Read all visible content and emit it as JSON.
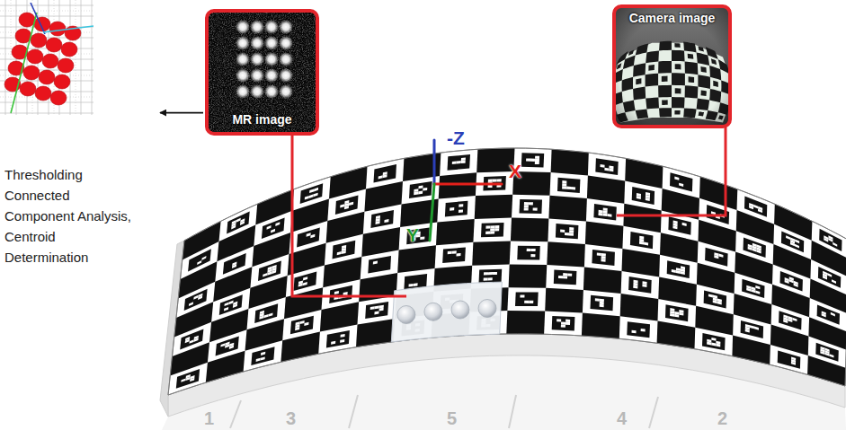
{
  "diagram": {
    "nodes": [
      {
        "text": [
          "Thresholding Connected Component Analysis, Centroid Determination"
        ]
      },
      {
        "text": [
          "MR image"
        ]
      },
      {
        "text": [
          "Camera image"
        ]
      }
    ],
    "edges": [
      {
        "from": 1,
        "to": 0,
        "arrow": "to"
      }
    ],
    "labels": [
      "-Z",
      "X",
      "Y",
      "1",
      "3",
      "5",
      "4",
      "2"
    ]
  }
}
